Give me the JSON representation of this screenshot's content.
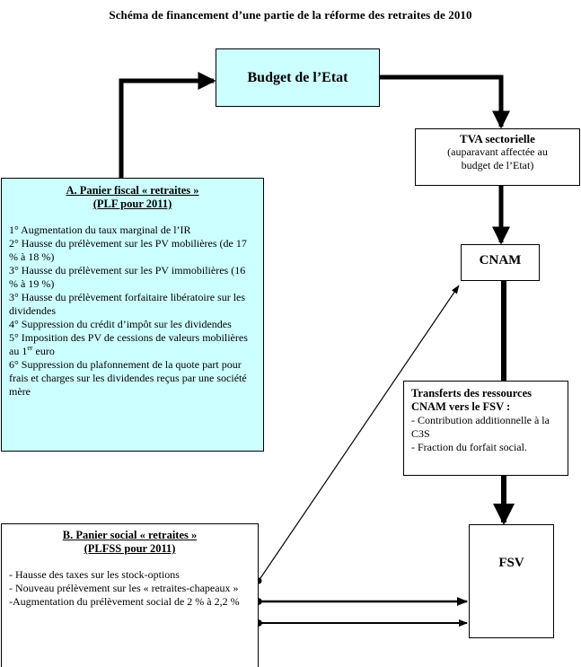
{
  "title": "Schéma de financement d’une partie de la réforme des retraites de 2010",
  "nodes": {
    "budget": {
      "label": "Budget de l’Etat",
      "fill": "#ccffff"
    },
    "tva": {
      "title": "TVA sectorielle",
      "subtitle_line1": "(auparavant affectée au",
      "subtitle_line2": "budget de l’Etat)"
    },
    "cnam": {
      "label": "CNAM"
    },
    "transfer": {
      "title_line1": "Transferts des ressources",
      "title_line2": "CNAM vers le FSV :",
      "items": [
        "- Contribution additionnelle à la C3S",
        "- Fraction du forfait social."
      ]
    },
    "fsv": {
      "label": "FSV"
    }
  },
  "panelA": {
    "title_line1": "A. Panier fiscal « retraites »",
    "title_line2": "(PLF pour 2011)",
    "fill": "#ccffff",
    "items": [
      {
        "text": "1° Augmentation du taux marginal de l’IR"
      },
      {
        "text": "2° Hausse du prélèvement sur les PV mobilières (de 17 % à 18 %)"
      },
      {
        "text": "3° Hausse du prélèvement sur les PV immobilières (16 % à 19 %)"
      },
      {
        "text": "3° Hausse du prélèvement forfaitaire libératoire sur les dividendes"
      },
      {
        "text": "4° Suppression du crédit d’impôt sur les dividendes"
      },
      {
        "text": "5° Imposition des PV de cessions de valeurs mobilières au 1",
        "sup": "er",
        "after": " euro"
      },
      {
        "text": "6° Suppression du plafonnement de la quote part pour frais et charges sur les dividendes reçus par une société mère"
      }
    ]
  },
  "panelB": {
    "title_line1": "B. Panier social « retraites »",
    "title_line2": "(PLFSS pour 2011)",
    "items": [
      "- Hausse des taxes sur les stock-options",
      "- Nouveau prélèvement sur les « retraites-chapeaux »",
      "-Augmentation du prélèvement social de 2 % à 2,2 %"
    ]
  },
  "connections": [
    {
      "from": "panelA",
      "to": "budget",
      "style": "thick"
    },
    {
      "from": "budget",
      "to": "tva",
      "style": "thick"
    },
    {
      "from": "tva",
      "to": "cnam",
      "style": "thick"
    },
    {
      "from": "cnam",
      "to": "fsv",
      "style": "thick",
      "via": "transfer"
    },
    {
      "from": "panelB.items.0",
      "to": "cnam",
      "style": "thin"
    },
    {
      "from": "panelB.items.1",
      "to": "fsv",
      "style": "medium"
    },
    {
      "from": "panelB.items.2",
      "to": "fsv",
      "style": "medium"
    }
  ]
}
